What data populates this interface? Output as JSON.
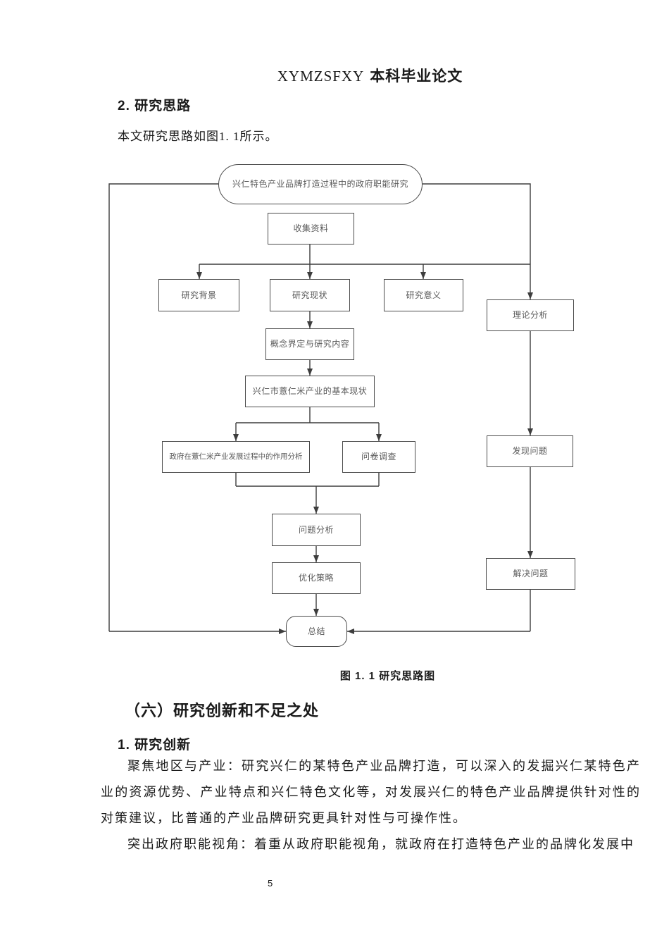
{
  "header": {
    "latin": "XYMZSFXY",
    "cn": "本科毕业论文"
  },
  "section_method": {
    "heading": "2. 研究思路",
    "intro": "本文研究思路如图1. 1所示。"
  },
  "figure": {
    "caption": "图 1. 1  研究思路图"
  },
  "flowchart": {
    "nodes": {
      "title": "兴仁特色产业品牌打造过程中的政府职能研究",
      "collect": "收集资料",
      "background": "研究背景",
      "status": "研究现状",
      "significance": "研究意义",
      "theory": "理论分析",
      "concept": "概念界定与研究内容",
      "basic": "兴仁市薏仁米产业的基本现状",
      "role": "政府在薏仁米产业发展过程中的作用分析",
      "survey": "问卷调查",
      "discover": "发现问题",
      "analysis": "问题分析",
      "optimize": "优化策略",
      "solve": "解决问题",
      "summary": "总结"
    }
  },
  "section_six": {
    "heading": "（六）研究创新和不足之处",
    "sub_heading": "1. 研究创新",
    "para1": "聚焦地区与产业：研究兴仁的某特色产业品牌打造，可以深入的发掘兴仁某特色产业的资源优势、产业特点和兴仁特色文化等，对发展兴仁的特色产业品牌提供针对性的对策建议，比普通的产业品牌研究更具针对性与可操作性。",
    "para2": "突出政府职能视角：着重从政府职能视角，就政府在打造特色产业的品牌化发展中"
  },
  "footer": {
    "page_number": "5"
  },
  "colors": {
    "line": "#3d3d3d",
    "box_border": "#4c4c4c",
    "box_text": "#595959",
    "body_text": "#1a1a1a",
    "background": "#ffffff"
  }
}
